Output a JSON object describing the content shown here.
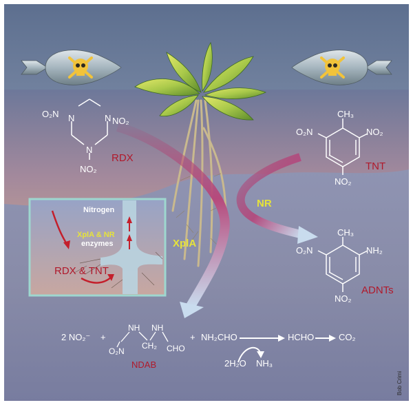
{
  "colors": {
    "sky_top": "#5d6f8f",
    "sky_bottom": "#bcc4d6",
    "soil": "#c9a692",
    "label_red": "#b0192b",
    "enzyme_yellow": "#e6e33a",
    "arrow_red": "#c41f2b",
    "arrow_blue": "#c9dcee"
  },
  "icons": [
    "bomb-icon",
    "skull-crossbones-icon",
    "plant-icon"
  ],
  "rdx": {
    "name": "RDX",
    "no2_left": "O₂N",
    "no2_right": "NO₂",
    "no2_bottom": "NO₂",
    "n_left": "N",
    "n_right": "N",
    "n_bottom": "N"
  },
  "tnt": {
    "name": "TNT",
    "ch3": "CH₃",
    "no2_left": "O₂N",
    "no2_right": "NO₂",
    "no2_bottom": "NO₂"
  },
  "adnt": {
    "name": "ADNTs",
    "ch3": "CH₃",
    "nh2": "NH₂",
    "no2_left": "O₂N",
    "no2_bottom": "NO₂"
  },
  "enzymes": {
    "xpla": "XplA",
    "nr": "NR"
  },
  "inset": {
    "nitrogen": "Nitrogen",
    "enzymes_line1": "XplA & NR",
    "enzymes_line2": "enzymes",
    "compounds": "RDX & TNT"
  },
  "products": {
    "nitrite": "2 NO₂⁻",
    "plus1": "+",
    "nh_left": "NH",
    "nh_right": "NH",
    "ch2": "CH₂",
    "cho": "CHO",
    "o2n": "O₂N",
    "ndab": "NDAB",
    "plus2": "+",
    "formamide": "NH₂CHO",
    "water": "2H₂O",
    "ammonia": "NH₃",
    "formaldehyde": "HCHO",
    "co2": "CO₂"
  },
  "credit": "Bob Crimi"
}
